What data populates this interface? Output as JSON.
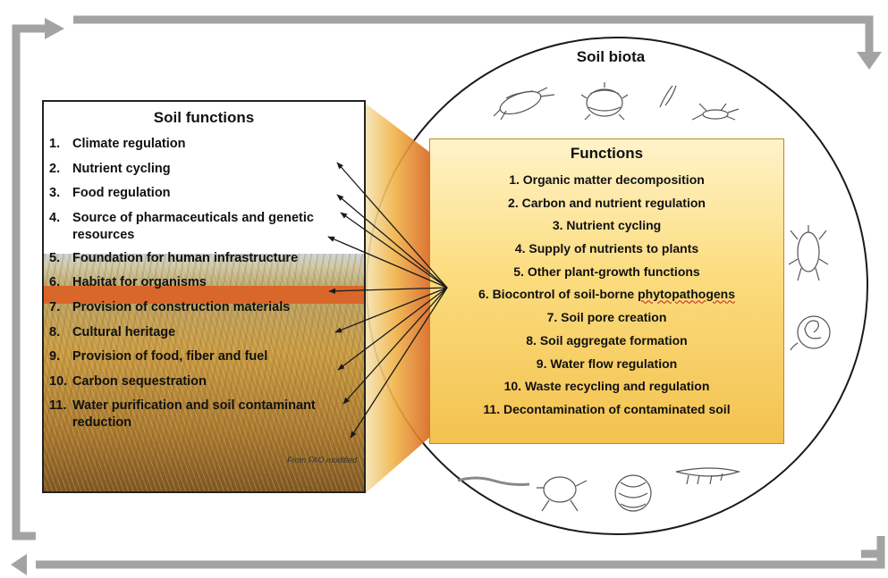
{
  "soil_functions": {
    "title": "Soil functions",
    "items": [
      {
        "num": "1.",
        "text": "Climate regulation"
      },
      {
        "num": "2.",
        "text": "Nutrient cycling"
      },
      {
        "num": "3.",
        "text": "Food regulation"
      },
      {
        "num": "4.",
        "text": "Source of pharmaceuticals and genetic resources"
      },
      {
        "num": "5.",
        "text": "Foundation for human infrastructure"
      },
      {
        "num": "6.",
        "text": "Habitat for organisms"
      },
      {
        "num": "7.",
        "text": "Provision of construction materials"
      },
      {
        "num": "8.",
        "text": "Cultural heritage"
      },
      {
        "num": "9.",
        "text": "Provision of food, fiber and fuel"
      },
      {
        "num": "10.",
        "text": "Carbon sequestration"
      },
      {
        "num": "11.",
        "text": "Water purification and soil contaminant reduction"
      }
    ],
    "credit": "From FAO modified"
  },
  "soil_biota": {
    "title": "Soil biota"
  },
  "functions": {
    "title": "Functions",
    "items": [
      {
        "num": "1.",
        "text": "Organic matter decomposition"
      },
      {
        "num": "2.",
        "text": "Carbon and nutrient regulation"
      },
      {
        "num": "3.",
        "text": "Nutrient cycling"
      },
      {
        "num": "4.",
        "text": "Supply of nutrients to plants"
      },
      {
        "num": "5.",
        "text": "Other plant-growth functions"
      },
      {
        "num": "6.",
        "text_before": "Biocontrol of soil-borne ",
        "text_underlined": "phytopathogens"
      },
      {
        "num": "7.",
        "text": "Soil pore creation"
      },
      {
        "num": "8.",
        "text": "Soil aggregate formation"
      },
      {
        "num": "9.",
        "text": "Water flow regulation"
      },
      {
        "num": "10.",
        "text": "Waste recycling and regulation"
      },
      {
        "num": "11.",
        "text": "Decontamination of contaminated soil"
      }
    ]
  },
  "colors": {
    "highlight": "#d9672a",
    "functions_box": "#f3c24f",
    "cycle_arrow": "#9a9a9a",
    "wedge": "#e08a2a"
  },
  "icons": [
    "cycle-arrow-icon",
    "arrow-icon",
    "springtail-icon",
    "mite-icon",
    "nematode-icon",
    "ant-icon",
    "spider-icon",
    "snail-icon",
    "earthworm-icon",
    "tardigrade-icon",
    "beetle-larva-icon",
    "insect-larva-icon"
  ]
}
